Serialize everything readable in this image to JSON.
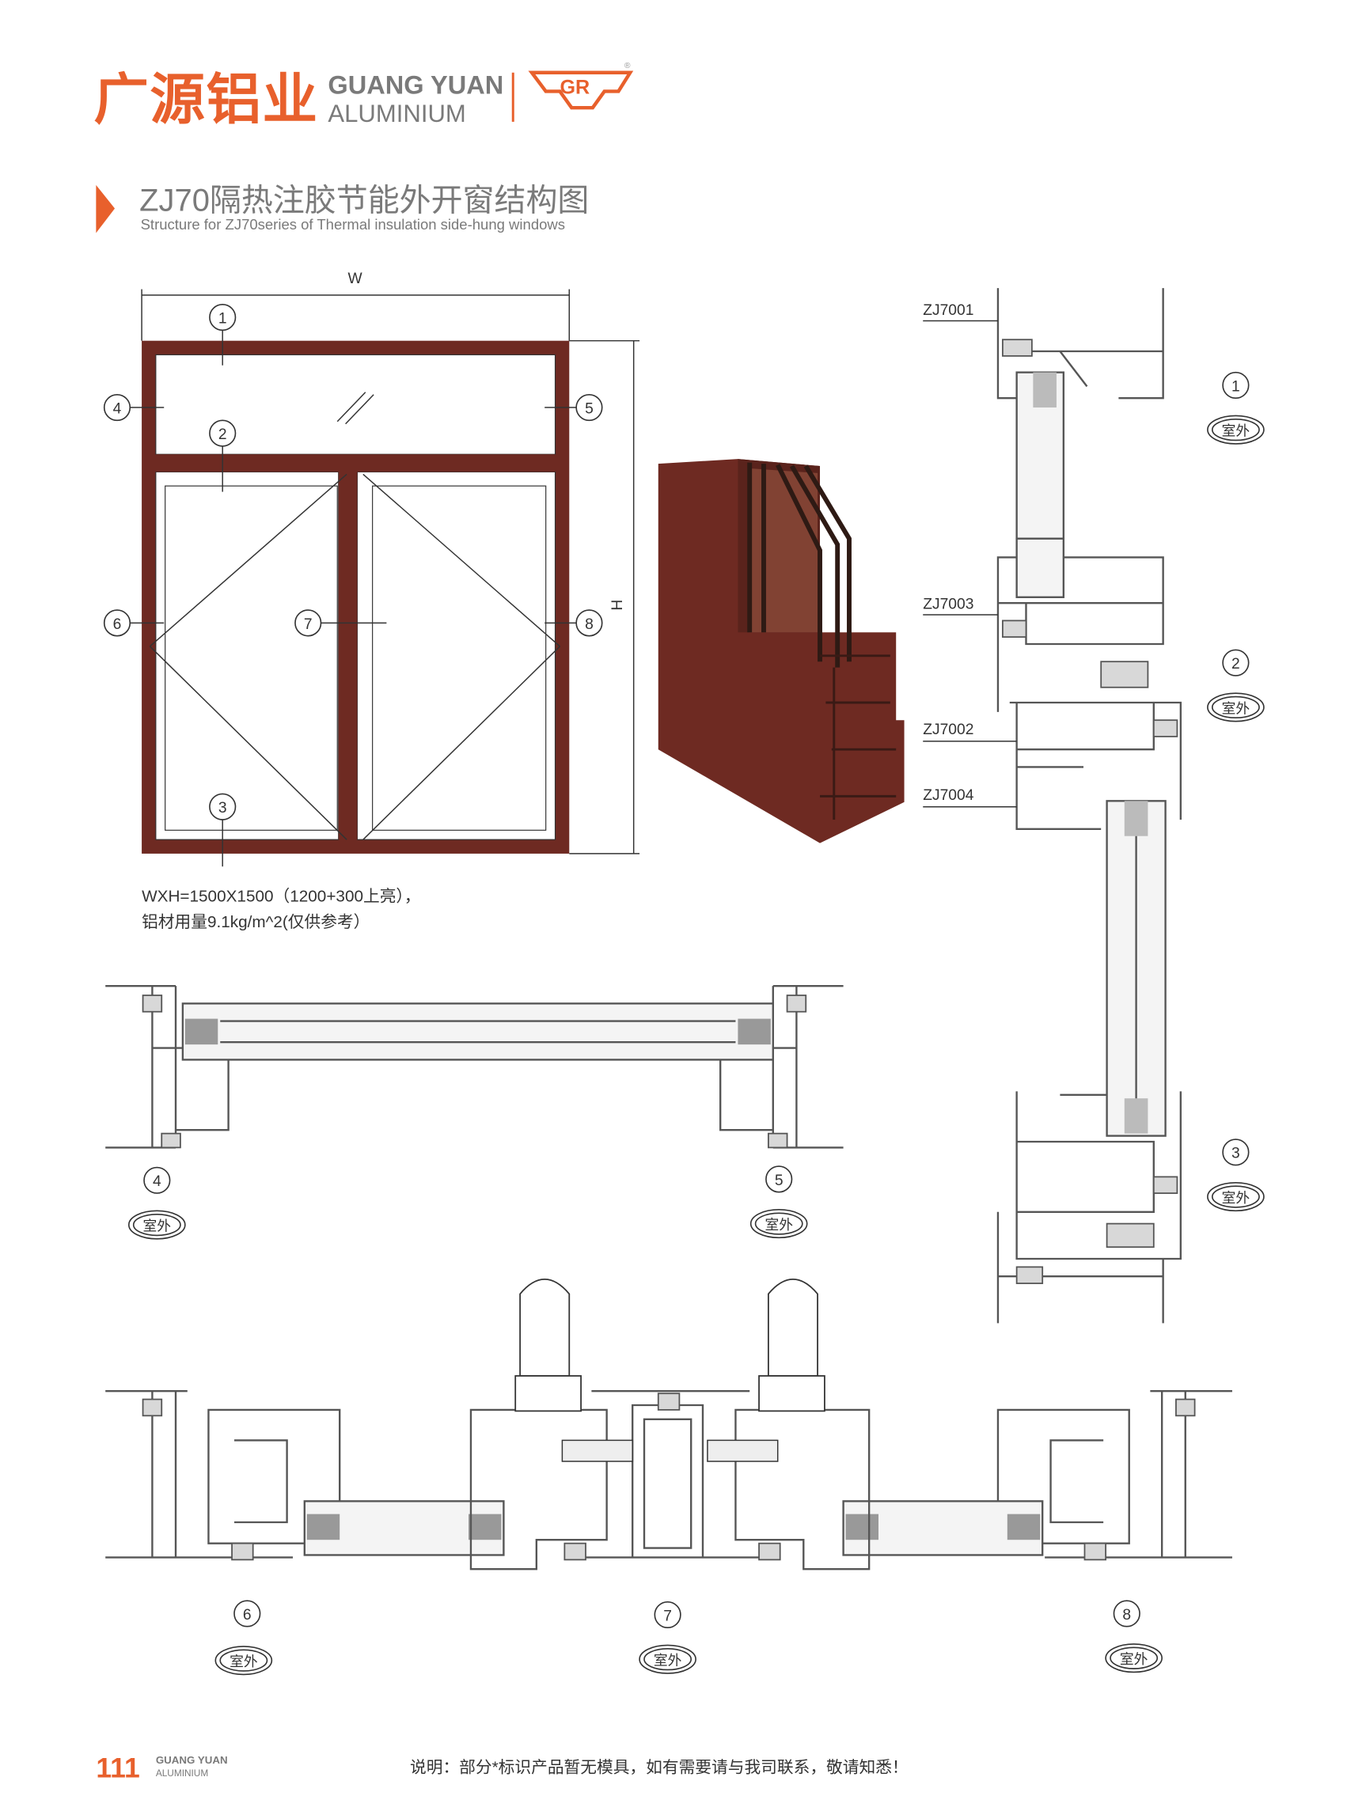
{
  "header": {
    "brand_cn": "广源铝业",
    "brand_en_line1": "GUANG YUAN",
    "brand_en_line2": "ALUMINIUM",
    "logo_text": "GR",
    "registered_mark": "®"
  },
  "title": {
    "main": "ZJ70隔热注胶节能外开窗结构图",
    "sub": "Structure for ZJ70series of Thermal insulation side-hung windows"
  },
  "elevation": {
    "width_label": "W",
    "height_label": "H",
    "markers": [
      "1",
      "2",
      "3",
      "4",
      "5",
      "6",
      "7",
      "8"
    ],
    "spec_line1": "WXH=1500X1500（1200+300上亮），",
    "spec_line2": "铝材用量9.1kg/m^2(仅供参考）"
  },
  "vertical_section": {
    "profiles": [
      "ZJ7001",
      "ZJ7003",
      "ZJ7002",
      "ZJ7004"
    ],
    "markers": [
      "1",
      "2",
      "3"
    ],
    "outdoor_label": "室外"
  },
  "horizontal_section": {
    "markers": [
      "4",
      "5"
    ],
    "outdoor_label": "室外"
  },
  "bottom_section": {
    "markers": [
      "6",
      "7",
      "8"
    ],
    "outdoor_label": "室外"
  },
  "footer": {
    "page_number": "111",
    "brand_line1": "GUANG YUAN",
    "brand_line2": "ALUMINIUM",
    "note": "说明：部分*标识产品暂无模具，如有需要请与我司联系，敬请知悉！"
  },
  "colors": {
    "brand_orange": "#e8602c",
    "frame_brown": "#6e2a22",
    "text_gray": "#7a7a7a"
  }
}
